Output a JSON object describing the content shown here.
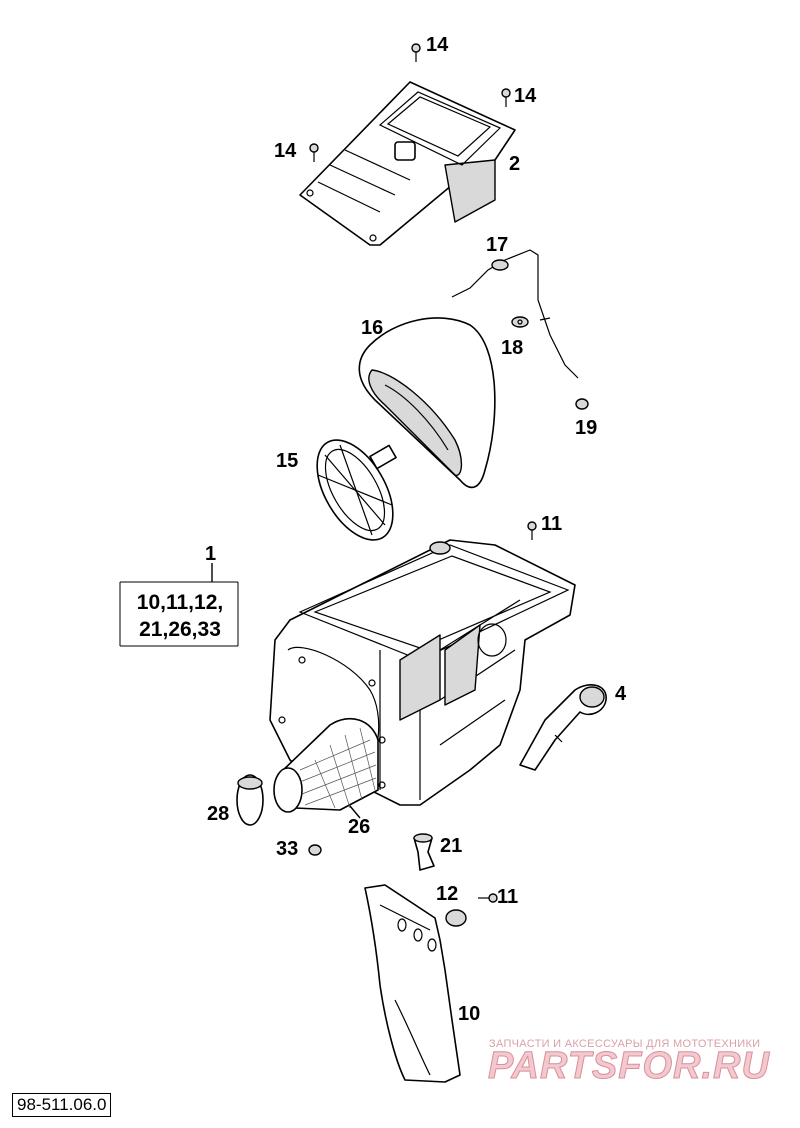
{
  "callouts": {
    "c14a": "14",
    "c14b": "14",
    "c14c": "14",
    "c2": "2",
    "c17": "17",
    "c16": "16",
    "c18": "18",
    "c19": "19",
    "c15": "15",
    "c11a": "11",
    "c1": "1",
    "c4": "4",
    "c28": "28",
    "c26": "26",
    "c33": "33",
    "c21": "21",
    "c12": "12",
    "c11b": "11",
    "c10": "10"
  },
  "kit_box": {
    "line1": "10,11,12,",
    "line2": "21,26,33"
  },
  "watermark": {
    "tagline": "ЗАПЧАСТИ И АКСЕССУАРЫ ДЛЯ МОТОТЕХНИКИ",
    "brand": "PARTSFOR.RU"
  },
  "drawing_number": "98-511.06.0"
}
